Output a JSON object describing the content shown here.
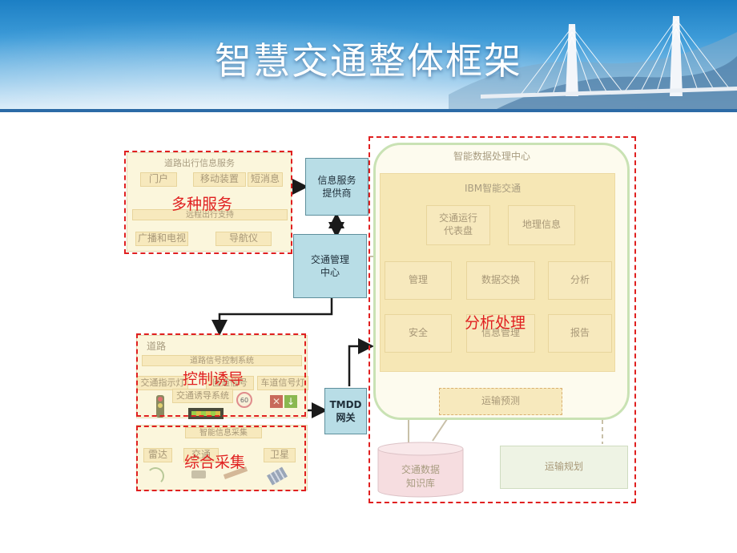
{
  "title": "智慧交通整体框架",
  "overlays": {
    "services": "多种服务",
    "analysis": "分析处理",
    "control": "控制诱导",
    "collection": "综合采集"
  },
  "services_panel": {
    "heading": "道路出行信息服务",
    "items": [
      "门户",
      "移动装置",
      "短消息"
    ],
    "mid_label": "远程出行支持",
    "bottom_items": [
      "广播和电视",
      "导航仪"
    ]
  },
  "provider": "信息服务\n提供商",
  "traffic_center": "交通管理\n中心",
  "gateway": "TMDD\n网关",
  "processing_center": {
    "heading": "智能数据处理中心",
    "ibm": "IBM智能交通",
    "row1": [
      "交通运行\n代表盘",
      "地理信息"
    ],
    "row2": [
      "管理",
      "数据交换",
      "分析"
    ],
    "row3": [
      "安全",
      "信息管理",
      "报告"
    ],
    "forecast": "运输预测",
    "knowledge": "交通数据\n知识库",
    "planning": "运输规划"
  },
  "road_panel": {
    "heading": "道路",
    "signal_system": "道路信号控制系统",
    "items": [
      "交通指示灯",
      "匝道信号",
      "车道信号灯"
    ],
    "guidance": "交通诱导系统",
    "speed_sign": "60"
  },
  "collection_panel": {
    "heading": "智能信息采集",
    "items": [
      "雷达",
      "交通",
      "卫星"
    ]
  },
  "colors": {
    "accent_red": "#e02020",
    "solid_box": "#b8dde6",
    "faded_box": "#f7e9bd",
    "banner": "#1c7fc4"
  }
}
